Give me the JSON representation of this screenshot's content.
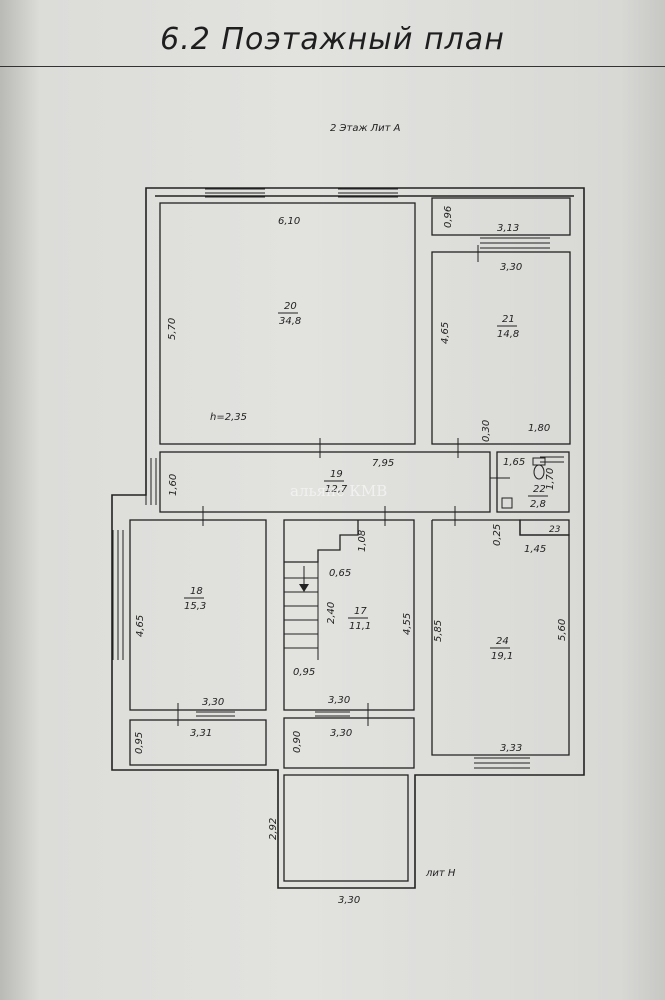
{
  "header": {
    "title": "6.2 Поэтажный план",
    "floor_label": "2 Этаж Лит А",
    "annex_label": "лит Н"
  },
  "rooms": [
    {
      "number": "20",
      "area": "34,8",
      "height": "h=2,35",
      "width": "6,10",
      "length": "5,70"
    },
    {
      "number": "21",
      "area": "14,8",
      "width": "3,30",
      "length": "4,65"
    },
    {
      "number": "19",
      "area": "12,7",
      "width": "7,95",
      "length": "1,60"
    },
    {
      "number": "22",
      "area": "2,8",
      "width": "1,65",
      "length": "1,70"
    },
    {
      "number": "18",
      "area": "15,3",
      "width": "3,30",
      "length": "4,65"
    },
    {
      "number": "17",
      "area": "11,1",
      "width": "3,30",
      "length": "4,55"
    },
    {
      "number": "24",
      "area": "19,1",
      "width": "3,33",
      "length": "5,60"
    },
    {
      "number": "23",
      "area": "",
      "width": "1,45",
      "length": "0,25"
    }
  ],
  "dimensions": {
    "balcony_top_w": "3,13",
    "balcony_top_h": "0,96",
    "r21_bottom": "1,80",
    "r21_offset": "0,30",
    "r24_left": "5,85",
    "stair_top": "1,08",
    "stair_a": "0,65",
    "stair_b": "2,40",
    "stair_c": "0,95",
    "bal_left_w": "3,31",
    "bal_left_h": "0,95",
    "bal_mid_h": "0,90",
    "bal_mid_w": "3,30",
    "annex_h": "2,92",
    "annex_w": "3,30"
  },
  "watermark": "альянс КМВ"
}
